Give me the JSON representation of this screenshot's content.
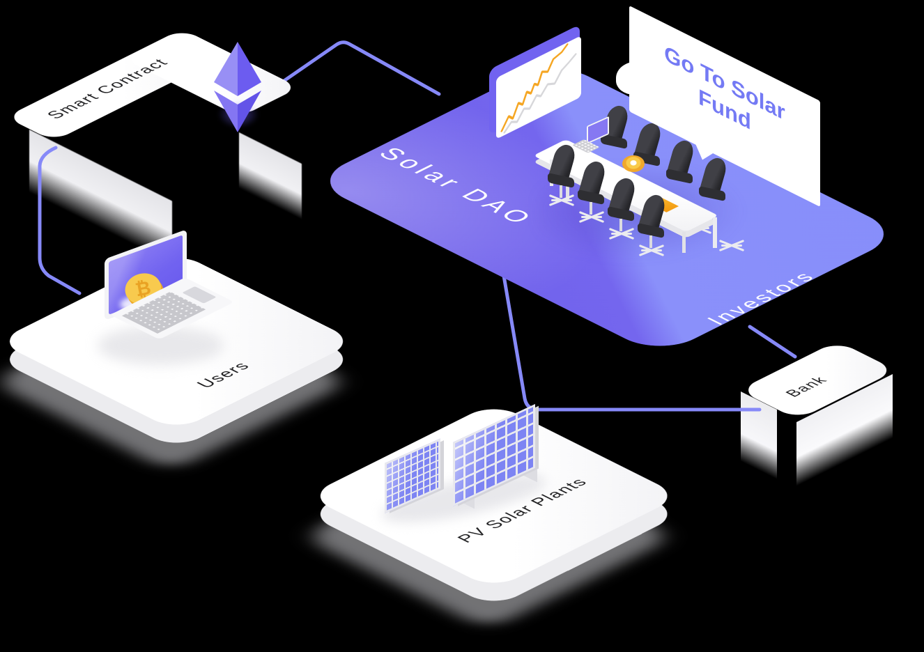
{
  "scene": {
    "background_color": "#000000",
    "nodes": {
      "smart_contract": {
        "label": "Smart Contract",
        "icon": "ethereum-icon"
      },
      "solar_dao": {
        "label": "Solar DAO"
      },
      "investors": {
        "label": "Investors"
      },
      "fund_sign": {
        "line1": "Go To Solar",
        "line2": "Fund"
      },
      "users": {
        "label": "Users",
        "icon": "laptop-bitcoin-icon",
        "bitcoin_symbol": "₿"
      },
      "bank": {
        "label": "Bank"
      },
      "pv": {
        "label": "PV Solar Plants",
        "icon": "solar-panel-icon"
      }
    },
    "connections": [
      {
        "from": "Smart Contract",
        "to": "Solar DAO"
      },
      {
        "from": "Smart Contract",
        "to": "Users"
      },
      {
        "from": "Solar DAO",
        "to": "PV Solar Plants"
      },
      {
        "from": "PV Solar Plants",
        "to": "Bank"
      },
      {
        "from": "Investors",
        "to": "Bank"
      }
    ],
    "whiteboard_chart": {
      "type": "line",
      "series": [
        {
          "name": "primary",
          "color": "#f5a623",
          "trend": "rising"
        },
        {
          "name": "secondary",
          "color": "#d7d7da",
          "trend": "rising"
        }
      ]
    },
    "colors": {
      "platform_dark_purple": "#7164ec",
      "platform_light_periwinkle": "#8a90fa",
      "connector": "#8689f8",
      "sign_text": "#747af4",
      "label_dark": "#1d1d1f",
      "label_light": "#ffffff",
      "gold_coin": "#f6c23c",
      "orange_paper": "#f5a01a",
      "solar_cell_blue": "#7d84f3",
      "ethereum_purple": "#6c5cf0"
    }
  }
}
